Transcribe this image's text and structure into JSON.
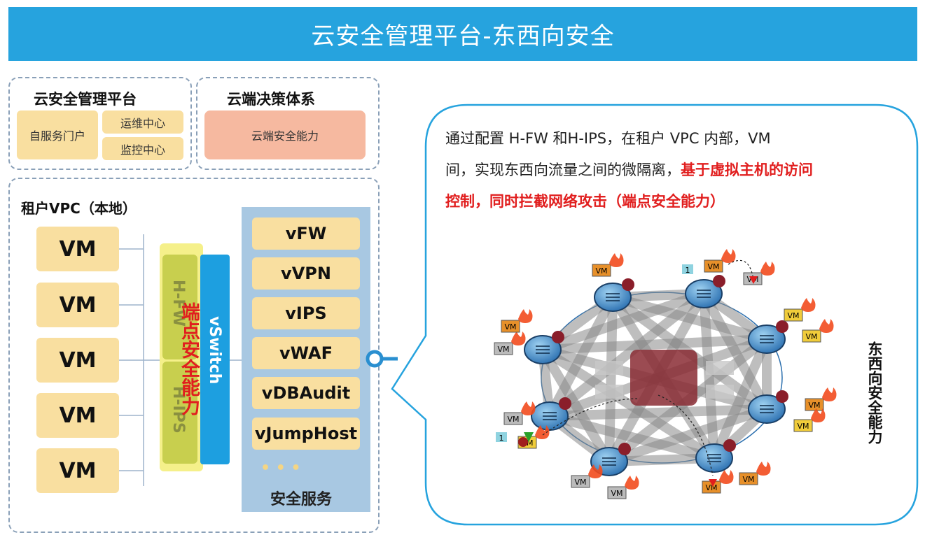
{
  "banner": {
    "title": "云安全管理平台-东西向安全"
  },
  "platform": {
    "title": "云安全管理平台",
    "portal": "自服务门户",
    "ops": "运维中心",
    "monitor": "监控中心"
  },
  "decision": {
    "title": "云端决策体系",
    "capability": "云端安全能力"
  },
  "vpc": {
    "title": "租户VPC（本地）",
    "vms": [
      "VM",
      "VM",
      "VM",
      "VM",
      "VM"
    ],
    "hfw": "H-FW",
    "hips": "H-IPS",
    "endpoint": "端点安全能力",
    "vswitch": "vSwitch"
  },
  "services": {
    "items": [
      "vFW",
      "vVPN",
      "vIPS",
      "vWAF",
      "vDBAudit",
      "vJumpHost"
    ],
    "dots": "• • •",
    "label": "安全服务"
  },
  "callout": {
    "text1": "通过配置 H-FW  和H-IPS，在租户 VPC 内部，VM",
    "text2": "间，实现东西向流量之间的微隔离，",
    "text2_red": "基于虚拟主机的访问",
    "text3_red": "控制，同时拦截网络攻击（端点安全能力）",
    "side_label": "东西向安全能力",
    "vm_label": "VM",
    "badge": "1"
  },
  "colors": {
    "banner": "#26a3de",
    "yellow": "#f9dfa0",
    "peach": "#f6b9a0",
    "blue_panel": "#a8c8e2",
    "accent_red": "#e11e1e",
    "vswitch": "#1d9fe0"
  }
}
